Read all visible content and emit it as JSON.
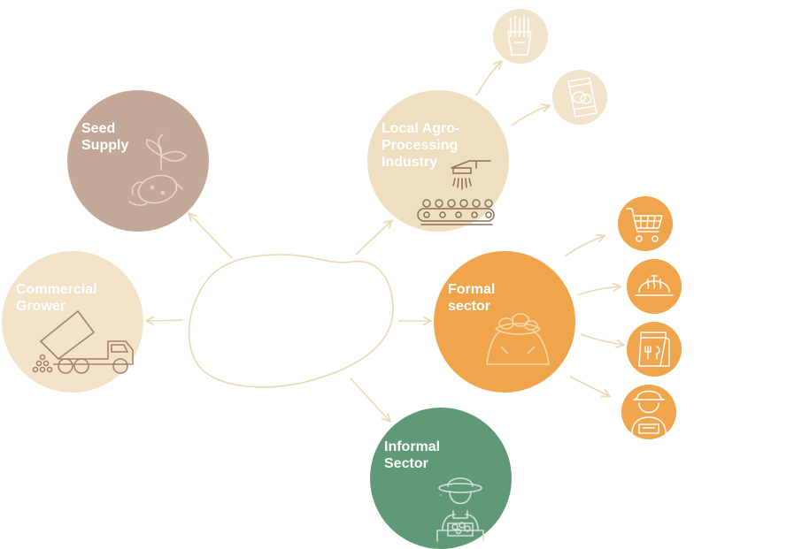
{
  "nodes": {
    "seed_supply": {
      "label": "Seed\nSupply",
      "color": "#c4a897"
    },
    "commercial_grower": {
      "label": "Commercial\nGrower",
      "color": "#f2e3c9"
    },
    "local_agro": {
      "label": "Local Agro-\nProcessing\nIndustry",
      "color": "#eedfc0"
    },
    "formal_sector": {
      "label": "Formal\nsector",
      "color": "#f0a44b"
    },
    "informal_sector": {
      "label": "Informal\nSector",
      "color": "#5f9977"
    }
  },
  "product_nodes": {
    "fries": {
      "color": "#f2e4ca"
    },
    "chips": {
      "color": "#f2e4ca"
    }
  },
  "formal_outlets": {
    "color": "#f0a44b",
    "items": [
      "shopping-cart",
      "food-service-cloche",
      "packaged-food",
      "vendor"
    ]
  },
  "colors": {
    "arrow": "#ecd9b4",
    "icon_line": "#ffffff",
    "icon_line_dark": "#8b6f5c",
    "potato_outline": "#ead8b2"
  }
}
